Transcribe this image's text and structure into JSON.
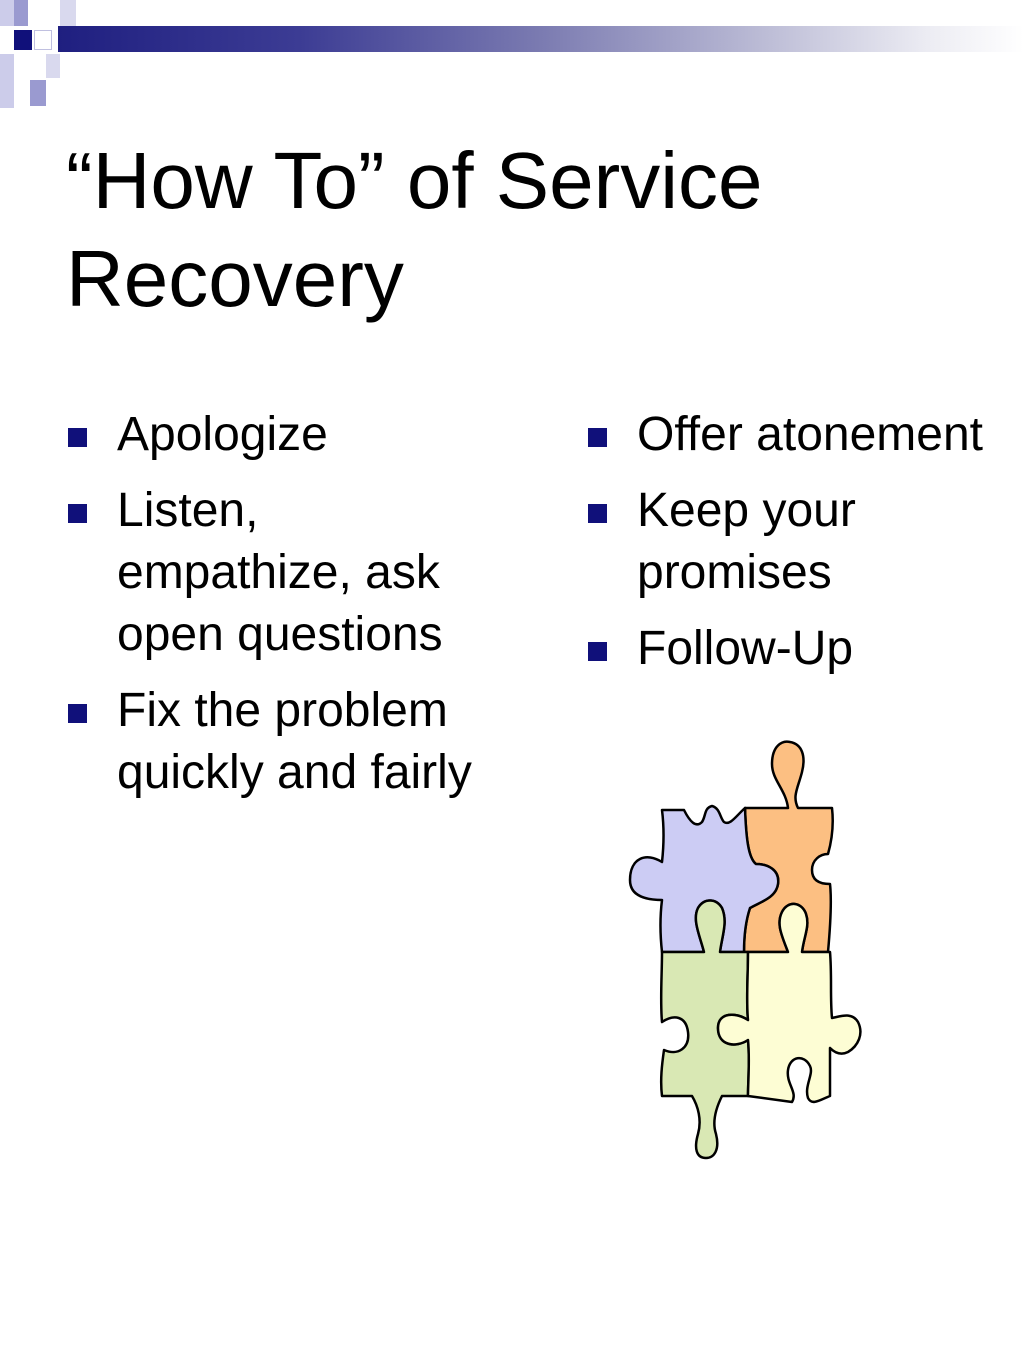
{
  "title": "“How To” of Service Recovery",
  "left_bullets": [
    "Apologize",
    "Listen, empathize, ask open questions",
    "Fix the problem quickly and fairly"
  ],
  "right_bullets": [
    "Offer atonement",
    "Keep your promises",
    "Follow-Up"
  ],
  "colors": {
    "accent": "#10107a",
    "piece_lavender": "#ccccf4",
    "piece_orange": "#fcbf82",
    "piece_green": "#d9e8b4",
    "piece_yellow": "#fdfdd4"
  },
  "illustration": "puzzle-pieces"
}
